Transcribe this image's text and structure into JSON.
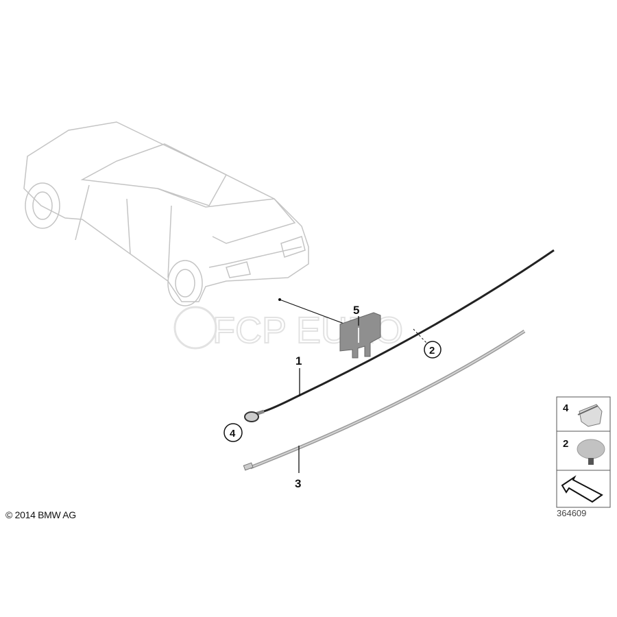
{
  "copyright": "© 2014 BMW AG",
  "diagram_number": "364609",
  "watermark": "FCP EURO",
  "callouts": {
    "p1": "1",
    "p2": "2",
    "p3": "3",
    "p4": "4",
    "p5": "5"
  },
  "legend": {
    "item_a": "4",
    "item_b": "2"
  },
  "colors": {
    "line": "#111111",
    "outline": "#bdbdbd",
    "part_gray": "#8a8a8a"
  }
}
